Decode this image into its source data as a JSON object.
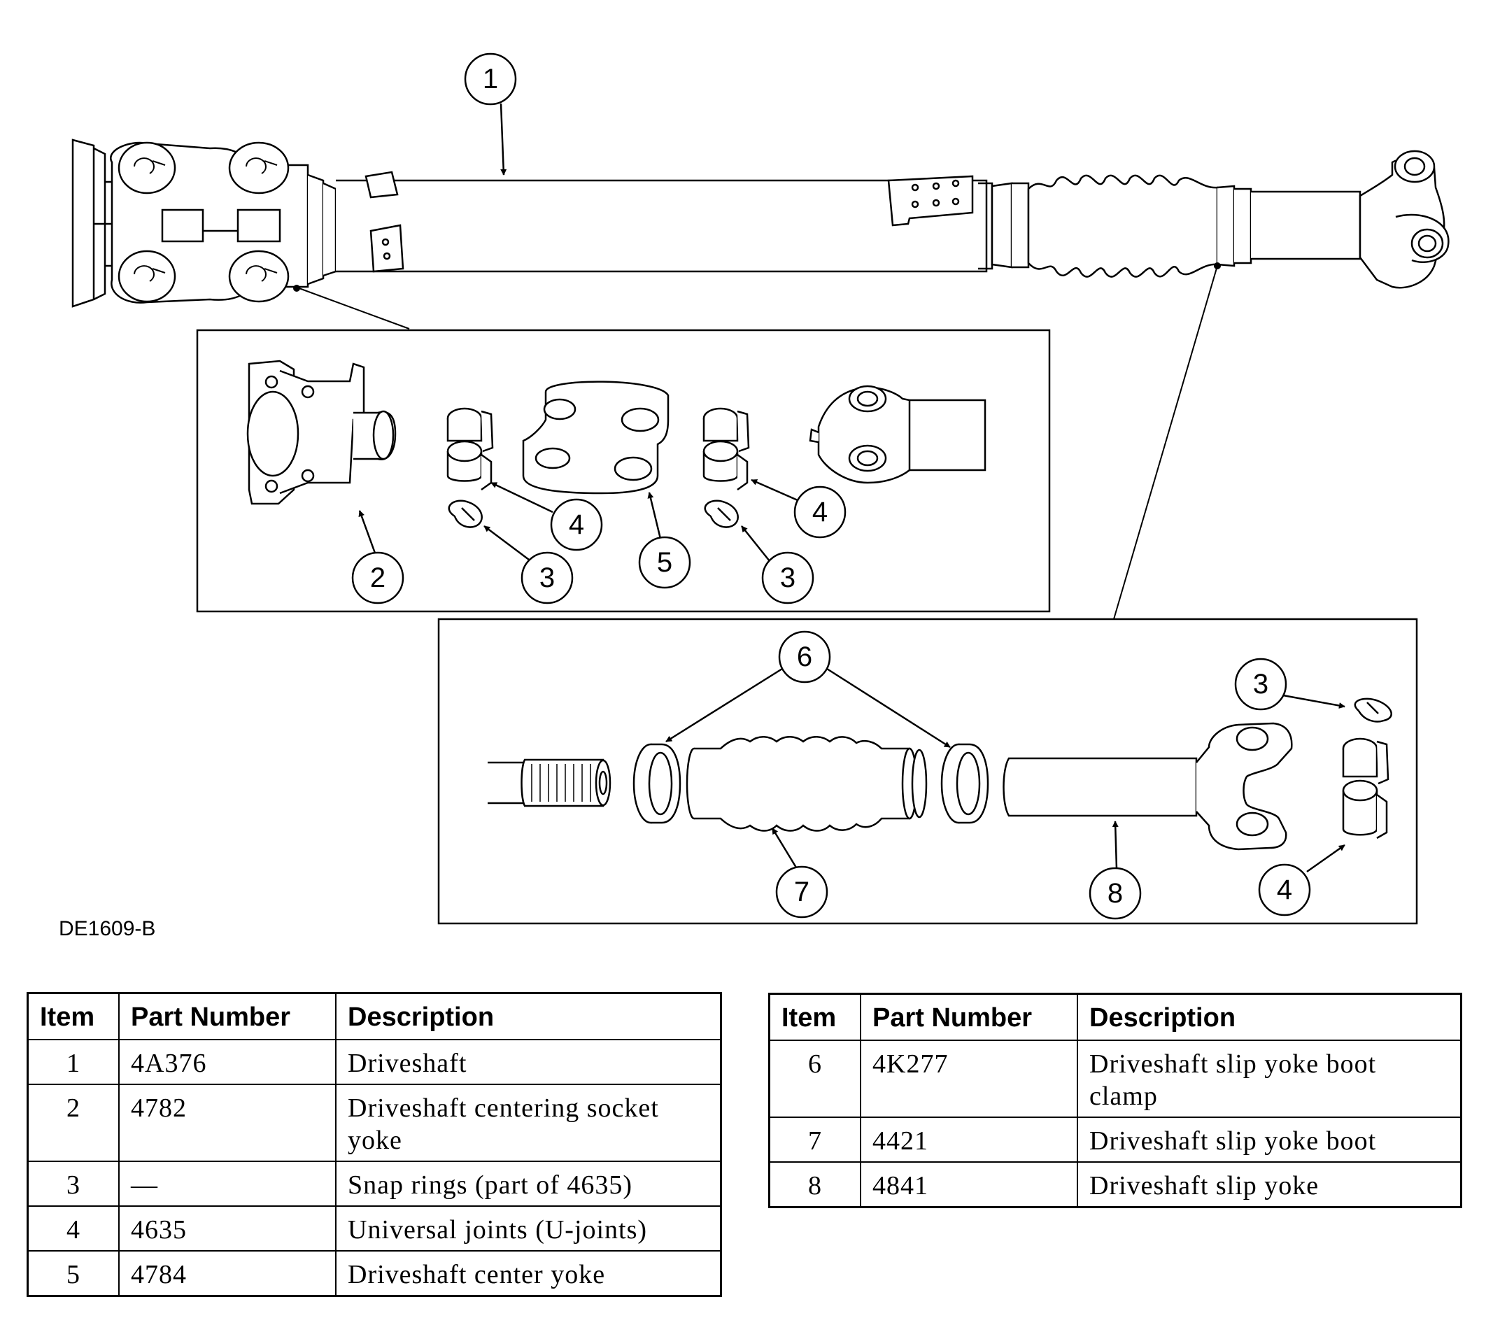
{
  "figure_id": "DE1609-B",
  "callouts": {
    "c1": "1",
    "c2": "2",
    "c3a": "3",
    "c3b": "3",
    "c3c": "3",
    "c4a": "4",
    "c4b": "4",
    "c4c": "4",
    "c5": "5",
    "c6": "6",
    "c7": "7",
    "c8": "8"
  },
  "tables": {
    "left": {
      "headers": {
        "item": "Item",
        "part": "Part Number",
        "desc": "Description"
      },
      "rows": [
        {
          "item": "1",
          "part": "4A376",
          "desc": "Driveshaft"
        },
        {
          "item": "2",
          "part": "4782",
          "desc": "Driveshaft centering socket yoke"
        },
        {
          "item": "3",
          "part": "—",
          "desc": "Snap rings (part of 4635)"
        },
        {
          "item": "4",
          "part": "4635",
          "desc": "Universal joints (U-joints)"
        },
        {
          "item": "5",
          "part": "4784",
          "desc": "Driveshaft center yoke"
        }
      ]
    },
    "right": {
      "headers": {
        "item": "Item",
        "part": "Part Number",
        "desc": "Description"
      },
      "rows": [
        {
          "item": "6",
          "part": "4K277",
          "desc": "Driveshaft slip yoke boot clamp"
        },
        {
          "item": "7",
          "part": "4421",
          "desc": "Driveshaft slip yoke boot"
        },
        {
          "item": "8",
          "part": "4841",
          "desc": "Driveshaft slip yoke"
        }
      ]
    }
  }
}
